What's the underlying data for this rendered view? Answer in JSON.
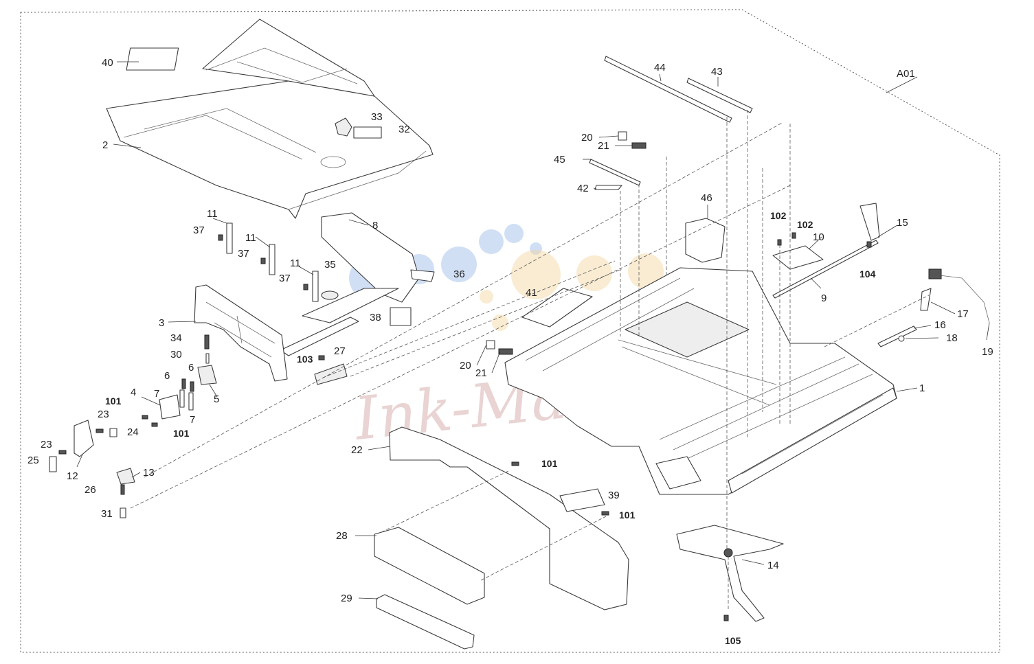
{
  "diagram": {
    "assembly_label": "A01",
    "watermark_text": "Ink-Master",
    "callouts": [
      {
        "id": "c-a01",
        "text": "A01",
        "bold": false
      },
      {
        "id": "c-1",
        "text": "1",
        "bold": false
      },
      {
        "id": "c-2",
        "text": "2",
        "bold": false
      },
      {
        "id": "c-3",
        "text": "3",
        "bold": false
      },
      {
        "id": "c-4",
        "text": "4",
        "bold": false
      },
      {
        "id": "c-5",
        "text": "5",
        "bold": false
      },
      {
        "id": "c-6a",
        "text": "6",
        "bold": false
      },
      {
        "id": "c-6b",
        "text": "6",
        "bold": false
      },
      {
        "id": "c-7a",
        "text": "7",
        "bold": false
      },
      {
        "id": "c-7b",
        "text": "7",
        "bold": false
      },
      {
        "id": "c-8",
        "text": "8",
        "bold": false
      },
      {
        "id": "c-9",
        "text": "9",
        "bold": false
      },
      {
        "id": "c-10",
        "text": "10",
        "bold": false
      },
      {
        "id": "c-11a",
        "text": "11",
        "bold": false
      },
      {
        "id": "c-11b",
        "text": "11",
        "bold": false
      },
      {
        "id": "c-11c",
        "text": "11",
        "bold": false
      },
      {
        "id": "c-12",
        "text": "12",
        "bold": false
      },
      {
        "id": "c-13",
        "text": "13",
        "bold": false
      },
      {
        "id": "c-14",
        "text": "14",
        "bold": false
      },
      {
        "id": "c-15",
        "text": "15",
        "bold": false
      },
      {
        "id": "c-16",
        "text": "16",
        "bold": false
      },
      {
        "id": "c-17",
        "text": "17",
        "bold": false
      },
      {
        "id": "c-18",
        "text": "18",
        "bold": false
      },
      {
        "id": "c-19",
        "text": "19",
        "bold": false
      },
      {
        "id": "c-20a",
        "text": "20",
        "bold": false
      },
      {
        "id": "c-20b",
        "text": "20",
        "bold": false
      },
      {
        "id": "c-21a",
        "text": "21",
        "bold": false
      },
      {
        "id": "c-21b",
        "text": "21",
        "bold": false
      },
      {
        "id": "c-22",
        "text": "22",
        "bold": false
      },
      {
        "id": "c-23a",
        "text": "23",
        "bold": false
      },
      {
        "id": "c-23b",
        "text": "23",
        "bold": false
      },
      {
        "id": "c-24",
        "text": "24",
        "bold": false
      },
      {
        "id": "c-25",
        "text": "25",
        "bold": false
      },
      {
        "id": "c-26",
        "text": "26",
        "bold": false
      },
      {
        "id": "c-27",
        "text": "27",
        "bold": false
      },
      {
        "id": "c-28",
        "text": "28",
        "bold": false
      },
      {
        "id": "c-29",
        "text": "29",
        "bold": false
      },
      {
        "id": "c-30",
        "text": "30",
        "bold": false
      },
      {
        "id": "c-31",
        "text": "31",
        "bold": false
      },
      {
        "id": "c-32",
        "text": "32",
        "bold": false
      },
      {
        "id": "c-33",
        "text": "33",
        "bold": false
      },
      {
        "id": "c-34",
        "text": "34",
        "bold": false
      },
      {
        "id": "c-35",
        "text": "35",
        "bold": false
      },
      {
        "id": "c-36",
        "text": "36",
        "bold": false
      },
      {
        "id": "c-37a",
        "text": "37",
        "bold": false
      },
      {
        "id": "c-37b",
        "text": "37",
        "bold": false
      },
      {
        "id": "c-37c",
        "text": "37",
        "bold": false
      },
      {
        "id": "c-38",
        "text": "38",
        "bold": false
      },
      {
        "id": "c-39",
        "text": "39",
        "bold": false
      },
      {
        "id": "c-40",
        "text": "40",
        "bold": false
      },
      {
        "id": "c-41",
        "text": "41",
        "bold": false
      },
      {
        "id": "c-42",
        "text": "42",
        "bold": false
      },
      {
        "id": "c-43",
        "text": "43",
        "bold": false
      },
      {
        "id": "c-44",
        "text": "44",
        "bold": false
      },
      {
        "id": "c-45",
        "text": "45",
        "bold": false
      },
      {
        "id": "c-46",
        "text": "46",
        "bold": false
      },
      {
        "id": "c-101a",
        "text": "101",
        "bold": true
      },
      {
        "id": "c-101b",
        "text": "101",
        "bold": true
      },
      {
        "id": "c-101c",
        "text": "101",
        "bold": true
      },
      {
        "id": "c-101d",
        "text": "101",
        "bold": true
      },
      {
        "id": "c-102a",
        "text": "102",
        "bold": true
      },
      {
        "id": "c-102b",
        "text": "102",
        "bold": true
      },
      {
        "id": "c-103",
        "text": "103",
        "bold": true
      },
      {
        "id": "c-104",
        "text": "104",
        "bold": true
      },
      {
        "id": "c-105",
        "text": "105",
        "bold": true
      }
    ]
  }
}
